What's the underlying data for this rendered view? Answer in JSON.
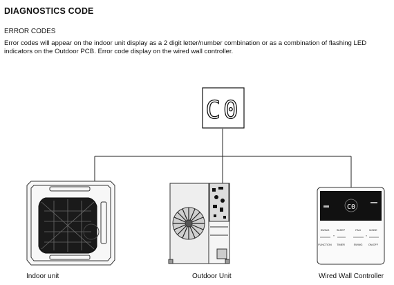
{
  "header": {
    "title": "DIAGNOSTICS CODE",
    "section": "ERROR CODES",
    "description": "Error codes will appear on the indoor unit display as a 2 digit letter/number combination or as a combination of flashing LED indicators on the Outdoor PCB. Error code display on the wired wall controller."
  },
  "display": {
    "code": "C0"
  },
  "controller": {
    "screen_code": "C0",
    "buttons_row1": [
      "SWING",
      "SLEEP",
      "FAN",
      "MODE"
    ],
    "buttons_row2": [
      "FUNCTION",
      "TIMER",
      "SWING",
      "ON/OFF"
    ]
  },
  "captions": {
    "indoor": "Indoor unit",
    "outdoor": "Outdoor Unit",
    "wall": "Wired Wall Controller"
  }
}
